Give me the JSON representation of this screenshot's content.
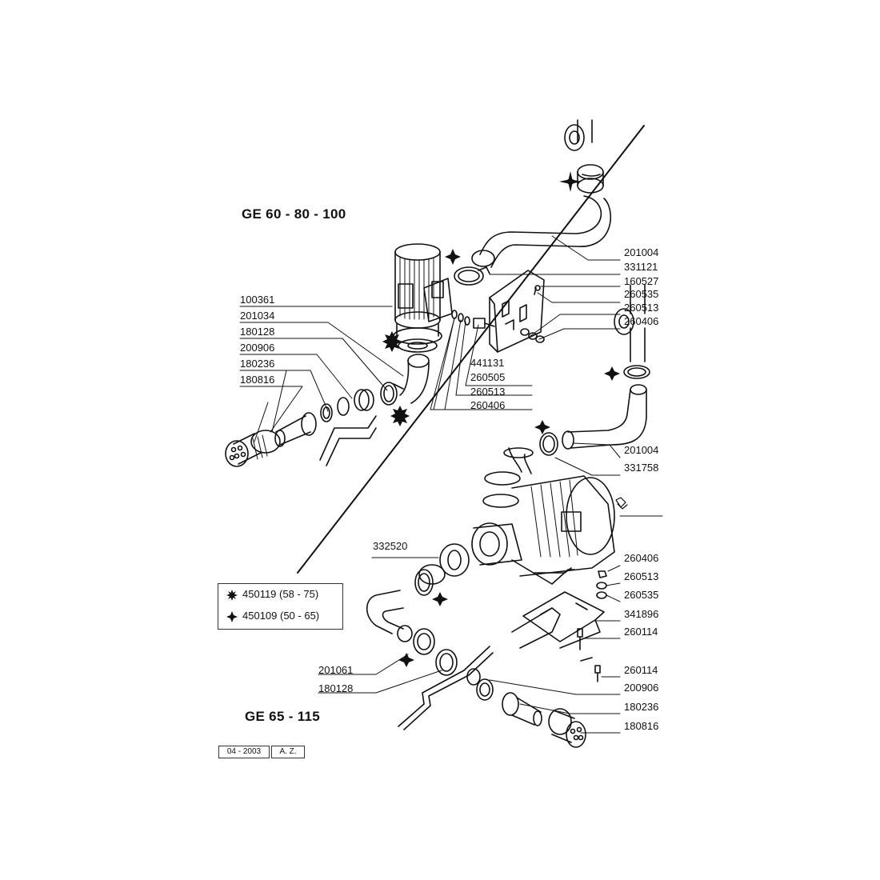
{
  "titles": {
    "upper": "GE 60  -  80 - 100",
    "lower": "GE 65  -  115"
  },
  "upper_left_labels": [
    "100361",
    "201034",
    "180128",
    "200906",
    "180236",
    "180816"
  ],
  "upper_right_labels": [
    "201004",
    "331121",
    "160527",
    "260535",
    "260513",
    "260406"
  ],
  "upper_center_labels": [
    "441131",
    "260505",
    "260513",
    "260406"
  ],
  "lower_right_labels": [
    "201004",
    "331758",
    "260406",
    "260513",
    "260535",
    "341896",
    "260114",
    "260114",
    "200906",
    "180236",
    "180816"
  ],
  "lower_left_labels": [
    "332520",
    "201061",
    "180128"
  ],
  "legend": [
    {
      "symbol": "star8",
      "text": "450119  (58 - 75)"
    },
    {
      "symbol": "star4",
      "text": "450109  (50 - 65)"
    }
  ],
  "footer": {
    "date": "04 - 2003",
    "author": "A. Z."
  }
}
